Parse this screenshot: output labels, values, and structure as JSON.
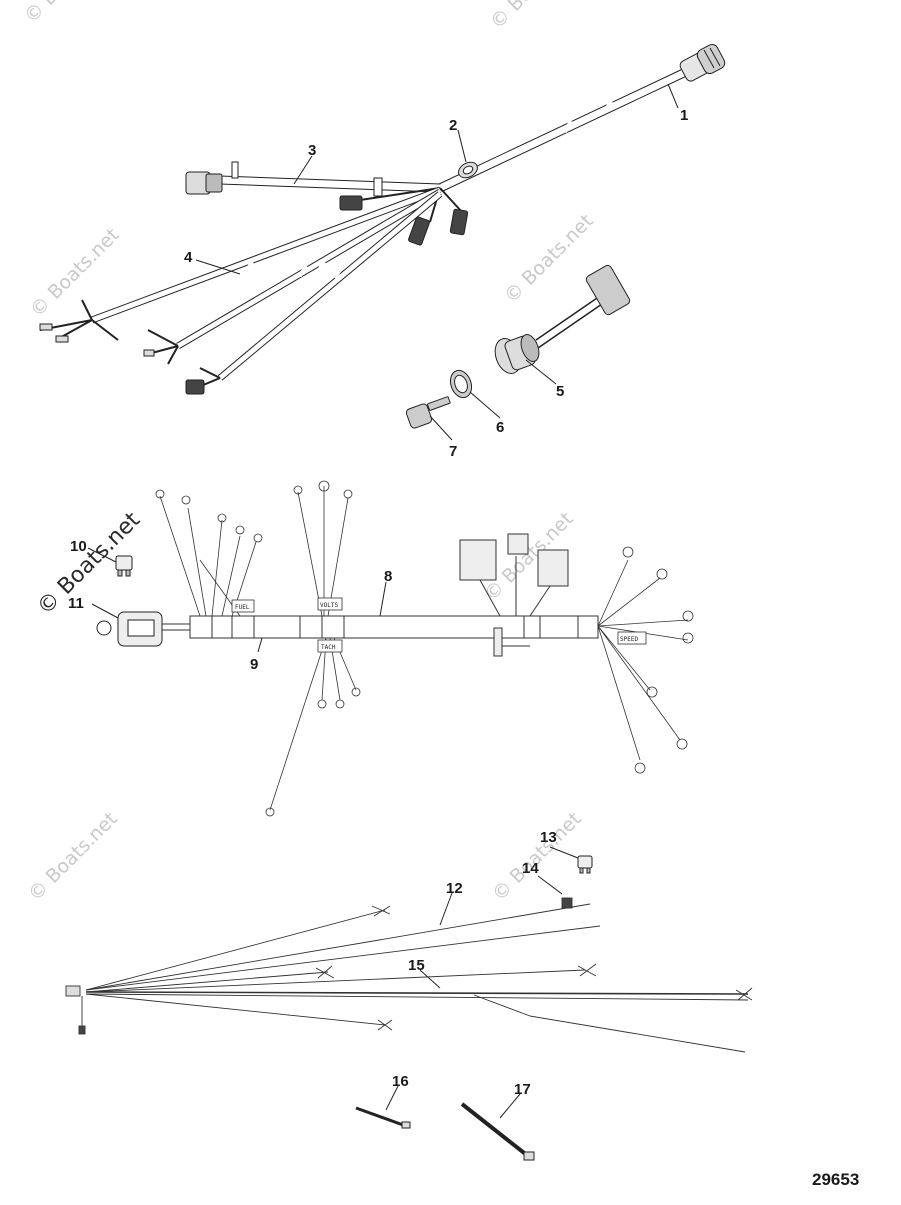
{
  "watermark": "© Boats.net",
  "diagram_number": "29653",
  "callouts": [
    "1",
    "2",
    "3",
    "4",
    "5",
    "6",
    "7",
    "8",
    "9",
    "10",
    "11",
    "12",
    "13",
    "14",
    "15",
    "16",
    "17"
  ],
  "harness_tags": {
    "fuel": "FUEL",
    "volts": "VOLTS",
    "tach": "TACH",
    "speed": "SPEED"
  }
}
